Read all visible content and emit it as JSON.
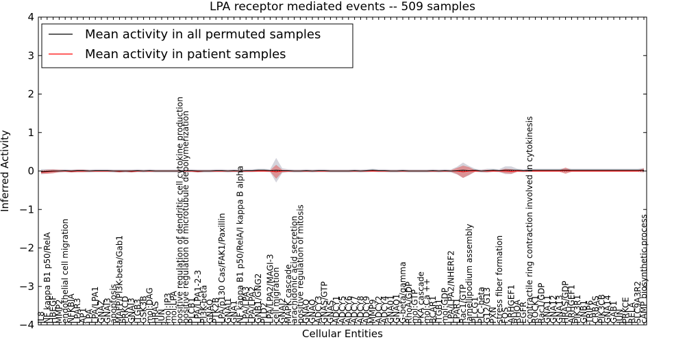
{
  "chart_data": {
    "type": "line",
    "title": "LPA receptor mediated events -- 509 samples",
    "xlabel": "Cellular Entities",
    "ylabel": "Inferred Activity",
    "ylim": [
      -4,
      4
    ],
    "yticks": [
      -4,
      -3,
      -2,
      -1,
      0,
      1,
      2,
      3,
      4
    ],
    "ytick_labels": [
      "−4",
      "−3",
      "−2",
      "−1",
      "0",
      "1",
      "2",
      "3",
      "4"
    ],
    "grid": false,
    "legend_position": "top-left",
    "colors": {
      "permuted": "#000000",
      "patient": "#ff0000",
      "patient_band": "#e06666",
      "permuted_band": "#b0b0c0"
    },
    "categories": [
      "IL8",
      "NF kappa B1 p50/RelA",
      "HBEGF",
      "MMP2",
      "endothelial cell migration",
      "NFKBIA",
      "LPAR3",
      "AP1",
      "LPA",
      "LPA/LPA1",
      "GNAZ",
      "GNAI3",
      "apoptosis",
      "MAFP/PI3K-beta/Gab1",
      "PRKCD",
      "GNAI3",
      "ITGB3",
      "GSK3B",
      "mol:DAG",
      "HRAS",
      "JUN",
      "mol:IP3",
      "mol:LPA",
      "positive regulation of dendritic cell cytokine production",
      "positive regulation of microtubule depolymerization",
      "PLCB1",
      "LPA/LPA1-2-3",
      "PI3K-beta",
      "GNAO",
      "PTK2B",
      "LPA/p130 Cas/FAK1/Paxillin",
      "GNAI1",
      "GNA1",
      "NF kappa B1 p50/RelA/I kappa B alpha",
      "LPA/LPA3",
      "LPA/LPA2",
      "GNB1/GNG2",
      "PLD2",
      "LPA/LPA2/MAGI-3",
      "cell migration",
      "GNAI2",
      "MAPK cascade",
      "arachidonic acid secretion",
      "positive regulation of mitosis",
      "GNAQ",
      "GNAQ",
      "ADCY3",
      "GNAS/GTP",
      "GNAS",
      "ADCY1",
      "ADCY5",
      "ADCY6",
      "ADCY7",
      "ADCY8",
      "ADCY9",
      "MMP9",
      "ADCY2",
      "ADCY4",
      "GNA01",
      "GNAQ1",
      "G-beta/gamma",
      "RhoA/GDP",
      "mol:GTP",
      "PKA cascade",
      "mol:Ca ++",
      "BCAR1",
      "ITGB1",
      "mol:GDP",
      "LPA/LPA2/NHERF2",
      "LPAR1",
      "Rac1/GTP",
      "lamellipodium assembly",
      "PLCG1",
      "PLC-beta",
      "G12/G13",
      "PXN",
      "stress fiber formation",
      "FOS",
      "ARHGEF1",
      "RHOA",
      "EGFR",
      "contractile ring contraction involved in cytokinesis",
      "ROCK1",
      "Rac1/GDP",
      "GNA11",
      "GNA12",
      "GNA13",
      "HRAS/GDP",
      "ARHGEF1",
      "PIK3R1",
      "GNB1",
      "TRIP6",
      "CRBAS",
      "PIK3CB",
      "GNA14",
      "GAB1",
      "JUN",
      "PRKCE",
      "RELA",
      "SLC9A3R2",
      "cAMP biosynthetic process"
    ],
    "series": [
      {
        "name": "Mean activity in all permuted samples",
        "values": [
          -0.02,
          -0.01,
          0.0,
          0.0,
          0.01,
          0.0,
          0.01,
          0.01,
          0.0,
          0.01,
          0.01,
          0.01,
          0.0,
          0.0,
          0.0,
          0.0,
          0.01,
          0.0,
          0.01,
          0.0,
          0.0,
          0.0,
          0.0,
          0.0,
          0.01,
          0.01,
          0.0,
          0.0,
          0.0,
          0.01,
          0.01,
          0.0,
          0.01,
          0.0,
          0.01,
          0.01,
          0.02,
          0.02,
          0.01,
          0.02,
          0.01,
          0.01,
          0.0,
          0.0,
          0.01,
          0.0,
          0.01,
          0.01,
          0.0,
          0.0,
          0.0,
          0.0,
          0.01,
          0.0,
          0.01,
          0.02,
          0.01,
          0.01,
          0.0,
          0.0,
          0.01,
          0.0,
          0.0,
          0.0,
          0.0,
          0.01,
          0.0,
          0.01,
          0.0,
          0.01,
          0.02,
          0.01,
          0.02,
          0.0,
          0.01,
          0.02,
          0.01,
          0.02,
          0.02,
          0.02,
          0.01,
          0.02,
          0.02,
          0.02,
          0.02,
          0.02,
          0.02,
          0.02,
          0.02,
          0.02,
          0.02,
          0.02,
          0.02,
          0.02,
          0.02,
          0.02,
          0.02,
          0.02,
          0.02,
          0.02,
          0.02
        ]
      },
      {
        "name": "Mean activity in patient samples",
        "values": [
          -0.03,
          -0.02,
          -0.01,
          0.0,
          0.0,
          -0.01,
          0.0,
          0.0,
          0.0,
          0.0,
          0.0,
          0.0,
          0.0,
          -0.01,
          0.0,
          -0.01,
          0.0,
          0.0,
          0.0,
          0.0,
          0.0,
          0.0,
          0.0,
          0.0,
          0.0,
          0.0,
          -0.01,
          0.0,
          0.0,
          0.0,
          0.0,
          0.0,
          0.0,
          0.0,
          0.0,
          0.0,
          0.0,
          0.0,
          0.0,
          -0.02,
          0.0,
          0.0,
          0.0,
          0.0,
          0.0,
          0.0,
          0.0,
          0.0,
          0.0,
          0.0,
          0.0,
          0.0,
          0.0,
          0.0,
          0.0,
          0.0,
          0.0,
          0.0,
          0.0,
          0.0,
          0.0,
          0.0,
          0.0,
          0.0,
          0.0,
          0.0,
          0.0,
          0.0,
          0.0,
          0.0,
          -0.02,
          0.0,
          0.0,
          0.0,
          0.0,
          0.0,
          0.0,
          0.0,
          -0.01,
          0.0,
          0.0,
          0.0,
          0.0,
          0.0,
          0.0,
          0.0,
          0.0,
          0.01,
          0.0,
          0.0,
          0.0,
          0.0,
          0.0,
          0.0,
          0.0,
          0.0,
          0.0,
          0.0,
          0.0,
          0.0,
          0.02
        ]
      }
    ],
    "patient_band_halfwidth": [
      0.04,
      0.05,
      0.05,
      0.03,
      0.02,
      0.03,
      0.03,
      0.03,
      0.02,
      0.02,
      0.02,
      0.02,
      0.02,
      0.03,
      0.02,
      0.03,
      0.02,
      0.02,
      0.02,
      0.02,
      0.02,
      0.02,
      0.02,
      0.02,
      0.02,
      0.02,
      0.03,
      0.02,
      0.02,
      0.02,
      0.02,
      0.02,
      0.02,
      0.02,
      0.02,
      0.02,
      0.02,
      0.02,
      0.02,
      0.18,
      0.03,
      0.02,
      0.02,
      0.02,
      0.02,
      0.02,
      0.02,
      0.02,
      0.02,
      0.02,
      0.02,
      0.02,
      0.02,
      0.02,
      0.02,
      0.02,
      0.02,
      0.02,
      0.02,
      0.02,
      0.02,
      0.02,
      0.02,
      0.02,
      0.02,
      0.02,
      0.02,
      0.02,
      0.02,
      0.08,
      0.16,
      0.1,
      0.02,
      0.02,
      0.03,
      0.02,
      0.02,
      0.06,
      0.06,
      0.02,
      0.02,
      0.02,
      0.02,
      0.02,
      0.02,
      0.02,
      0.02,
      0.08,
      0.02,
      0.02,
      0.02,
      0.02,
      0.02,
      0.02,
      0.02,
      0.02,
      0.02,
      0.02,
      0.02,
      0.02,
      0.05
    ],
    "permuted_band_halfwidth": [
      0.07,
      0.06,
      0.05,
      0.04,
      0.04,
      0.04,
      0.04,
      0.04,
      0.04,
      0.04,
      0.04,
      0.04,
      0.04,
      0.04,
      0.04,
      0.04,
      0.04,
      0.04,
      0.04,
      0.04,
      0.04,
      0.04,
      0.04,
      0.04,
      0.04,
      0.04,
      0.04,
      0.04,
      0.04,
      0.04,
      0.04,
      0.04,
      0.04,
      0.04,
      0.04,
      0.04,
      0.04,
      0.04,
      0.04,
      0.32,
      0.06,
      0.04,
      0.04,
      0.04,
      0.04,
      0.04,
      0.04,
      0.04,
      0.04,
      0.04,
      0.04,
      0.04,
      0.04,
      0.04,
      0.04,
      0.04,
      0.04,
      0.04,
      0.04,
      0.04,
      0.04,
      0.04,
      0.04,
      0.04,
      0.04,
      0.04,
      0.04,
      0.04,
      0.04,
      0.1,
      0.2,
      0.12,
      0.04,
      0.04,
      0.05,
      0.04,
      0.04,
      0.1,
      0.1,
      0.04,
      0.04,
      0.04,
      0.04,
      0.04,
      0.04,
      0.04,
      0.04,
      0.06,
      0.04,
      0.04,
      0.04,
      0.04,
      0.04,
      0.04,
      0.04,
      0.04,
      0.04,
      0.04,
      0.04,
      0.04,
      0.06
    ]
  }
}
